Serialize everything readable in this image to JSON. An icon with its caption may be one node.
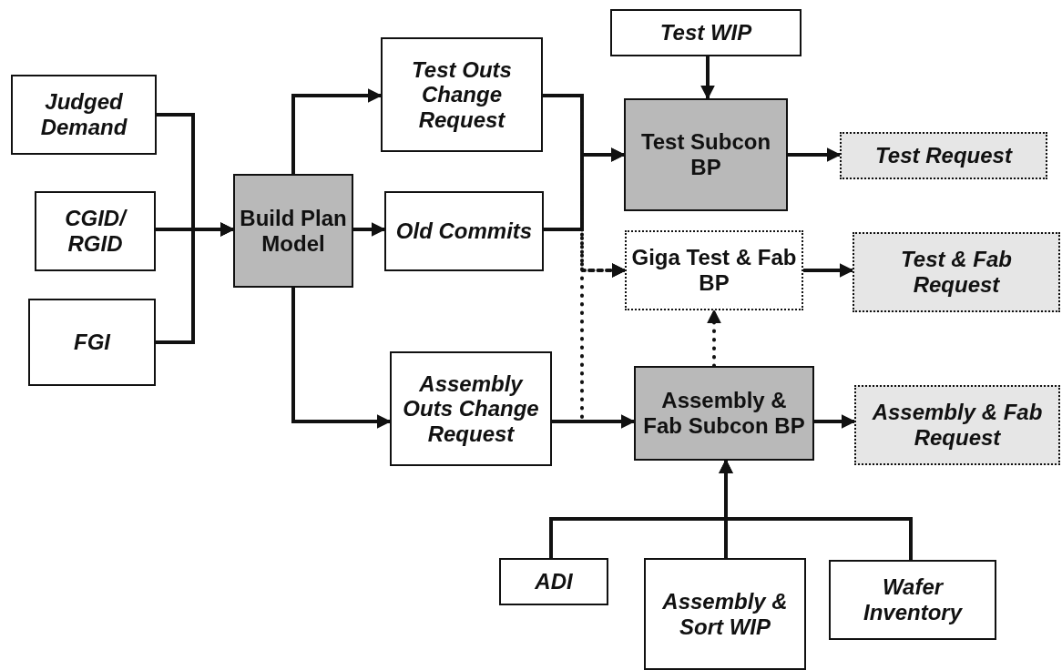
{
  "diagram": {
    "nodes": [
      {
        "text": [
          "Judged Demand"
        ]
      },
      {
        "text": [
          "CGID/ RGID"
        ]
      },
      {
        "text": [
          "FGI"
        ]
      },
      {
        "text": [
          "Build Plan Model"
        ]
      },
      {
        "text": [
          "Test Outs Change Request"
        ]
      },
      {
        "text": [
          "Old Commits"
        ]
      },
      {
        "text": [
          "Assembly Outs Change Request"
        ]
      },
      {
        "text": [
          "Test WIP"
        ]
      },
      {
        "text": [
          "Test Subcon BP"
        ]
      },
      {
        "text": [
          "Test Request"
        ]
      },
      {
        "text": [
          "Giga Test & Fab BP"
        ]
      },
      {
        "text": [
          "Test & Fab Request"
        ]
      },
      {
        "text": [
          "Assembly & Fab Subcon BP"
        ]
      },
      {
        "text": [
          "Assembly & Fab Request"
        ]
      },
      {
        "text": [
          "ADI"
        ]
      },
      {
        "text": [
          "Assembly & Sort WIP"
        ]
      },
      {
        "text": [
          "Wafer Inventory"
        ]
      }
    ],
    "edges": [
      {
        "from": 0,
        "to": 3,
        "arrow": "to"
      },
      {
        "from": 1,
        "to": 3,
        "arrow": "to"
      },
      {
        "from": 2,
        "to": 3,
        "arrow": "to"
      },
      {
        "from": 3,
        "to": 4,
        "arrow": "to"
      },
      {
        "from": 3,
        "to": 5,
        "arrow": "to"
      },
      {
        "from": 3,
        "to": 6,
        "arrow": "to"
      },
      {
        "from": 4,
        "to": 8,
        "arrow": "to"
      },
      {
        "from": 5,
        "to": 8,
        "arrow": "to"
      },
      {
        "from": 7,
        "to": 8,
        "arrow": "to"
      },
      {
        "from": 8,
        "to": 9,
        "arrow": "to"
      },
      {
        "from": 4,
        "to": 10,
        "arrow": "to",
        "style": "dashed"
      },
      {
        "from": 5,
        "to": 10,
        "arrow": "to",
        "style": "dashed"
      },
      {
        "from": 6,
        "to": 10,
        "arrow": "to",
        "style": "dashed"
      },
      {
        "from": 6,
        "to": 12,
        "arrow": "to"
      },
      {
        "from": 12,
        "to": 10,
        "arrow": "to",
        "style": "dashed"
      },
      {
        "from": 10,
        "to": 11,
        "arrow": "to"
      },
      {
        "from": 12,
        "to": 13,
        "arrow": "to"
      },
      {
        "from": 14,
        "to": 12,
        "arrow": "to"
      },
      {
        "from": 15,
        "to": 12,
        "arrow": "to"
      },
      {
        "from": 16,
        "to": 12,
        "arrow": "to"
      }
    ]
  }
}
